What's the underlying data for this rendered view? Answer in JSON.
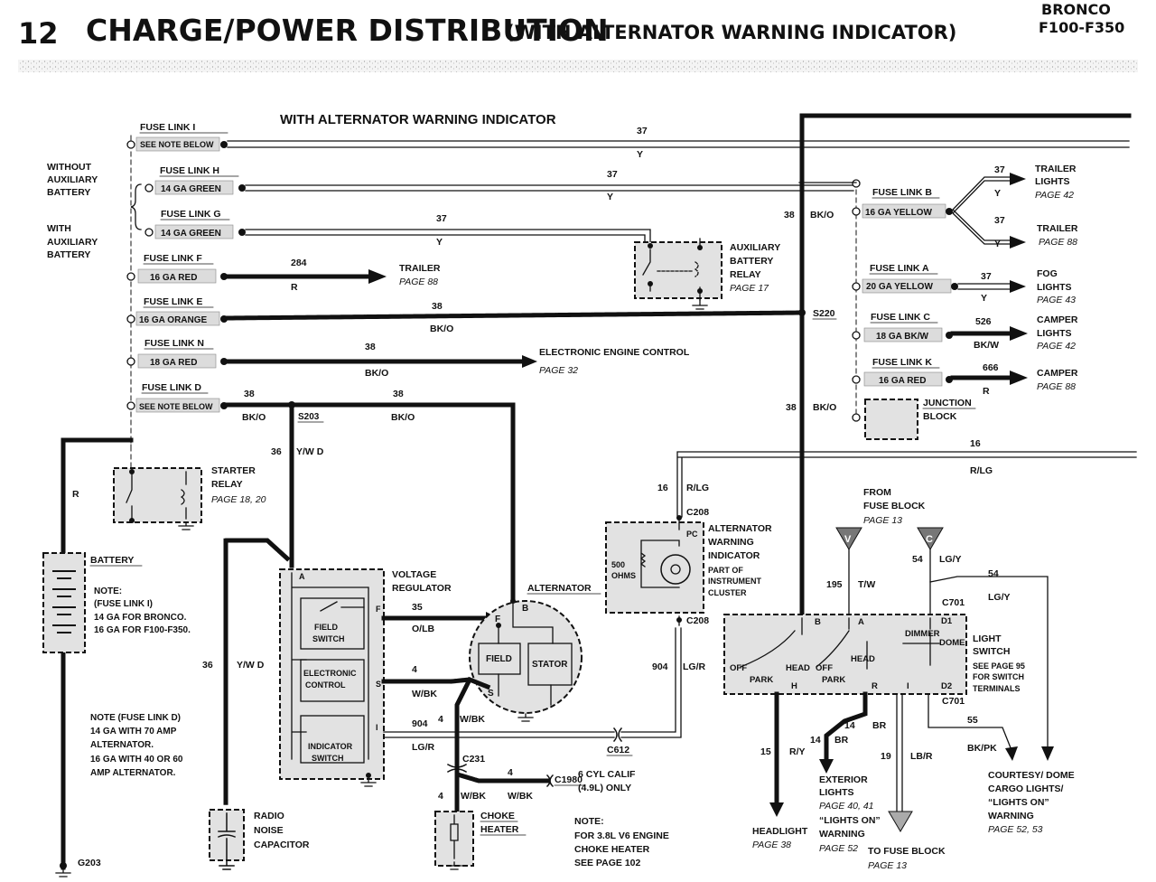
{
  "header": {
    "page_number": "12",
    "title": "CHARGE/POWER DISTRIBUTION",
    "subtitle": "(WITH ALTERNATOR WARNING INDICATOR)",
    "model_line1": "BRONCO",
    "model_line2": "F100-F350"
  },
  "diagram_title": "WITH ALTERNATOR WARNING INDICATOR",
  "battery_notes": {
    "without_1": "WITHOUT",
    "without_2": "AUXILIARY",
    "without_3": "BATTERY",
    "with_1": "WITH",
    "with_2": "AUXILIARY",
    "with_3": "BATTERY"
  },
  "fuse_links": [
    {
      "name": "FUSE LINK I",
      "gauge": "SEE NOTE BELOW"
    },
    {
      "name": "FUSE LINK H",
      "gauge": "14 GA GREEN"
    },
    {
      "name": "FUSE LINK G",
      "gauge": "14 GA GREEN"
    },
    {
      "name": "FUSE LINK F",
      "gauge": "16 GA RED"
    },
    {
      "name": "FUSE LINK E",
      "gauge": "16 GA ORANGE"
    },
    {
      "name": "FUSE LINK N",
      "gauge": "18 GA RED"
    },
    {
      "name": "FUSE LINK D",
      "gauge": "SEE NOTE BELOW"
    },
    {
      "name": "FUSE LINK B",
      "gauge": "16 GA YELLOW"
    },
    {
      "name": "FUSE LINK A",
      "gauge": "20 GA YELLOW"
    },
    {
      "name": "FUSE LINK C",
      "gauge": "18 GA BK/W"
    },
    {
      "name": "FUSE LINK K",
      "gauge": "16 GA RED"
    }
  ],
  "circuit_labels": {
    "c37": "37",
    "y": "Y",
    "c284": "284",
    "r": "R",
    "c38": "38",
    "bko": "BK/O",
    "c36": "36",
    "ywd": "Y/W D",
    "ywd2": "Y/W  D",
    "c16": "16",
    "rlg": "R/LG",
    "c35": "35",
    "olb": "O/LB",
    "c4": "4",
    "wbk": "W/BK",
    "c904": "904",
    "lgr": "LG/R",
    "c526": "526",
    "bkw": "BK/W",
    "c666": "666",
    "c195": "195",
    "tw": "T/W",
    "c54": "54",
    "lgy": "LG/Y",
    "c55": "55",
    "bkpk": "BK/PK",
    "c15": "15",
    "ry": "R/Y",
    "c14": "14",
    "br": "BR",
    "c19": "19",
    "lbr": "LB/R"
  },
  "connectors": {
    "s220": "S220",
    "s203": "S203",
    "c208": "C208",
    "c701": "C701",
    "c612": "C612",
    "c231": "C231",
    "c1980": "C1980",
    "g203": "G203"
  },
  "destinations": {
    "trailer_1": "TRAILER",
    "trailer_1_page": "PAGE 88",
    "eec_1": "ELECTRONIC ENGINE CONTROL",
    "eec_page": "PAGE 32",
    "trailer_lights_1": "TRAILER",
    "trailer_lights_2": "LIGHTS",
    "trailer_lights_page": "PAGE 42",
    "trailer_2": "TRAILER",
    "trailer_2_page": "PAGE 88",
    "fog_1": "FOG",
    "fog_2": "LIGHTS",
    "fog_page": "PAGE 43",
    "camper_lights_1": "CAMPER",
    "camper_lights_2": "LIGHTS",
    "camper_lights_page": "PAGE 42",
    "camper_1": "CAMPER",
    "camper_page": "PAGE 88",
    "junction_1": "JUNCTION",
    "junction_2": "BLOCK",
    "from_fuse_1": "FROM",
    "from_fuse_2": "FUSE BLOCK",
    "from_fuse_page": "PAGE 13",
    "headlight": "HEADLIGHT",
    "headlight_page": "PAGE 38",
    "ext_1": "EXTERIOR",
    "ext_2": "LIGHTS",
    "ext_page": "PAGE 40, 41",
    "ext_3": "“LIGHTS ON”",
    "ext_4": "WARNING",
    "ext_page2": "PAGE 52",
    "to_fuse": "TO FUSE BLOCK",
    "to_fuse_page": "PAGE 13",
    "courtesy_1": "COURTESY/ DOME",
    "courtesy_2": "CARGO LIGHTS/",
    "courtesy_3": "“LIGHTS ON”",
    "courtesy_4": "WARNING",
    "courtesy_page": "PAGE 52, 53"
  },
  "components": {
    "aux_relay_1": "AUXILIARY",
    "aux_relay_2": "BATTERY",
    "aux_relay_3": "RELAY",
    "aux_relay_page": "PAGE 17",
    "starter_1": "STARTER",
    "starter_2": "RELAY",
    "starter_page": "PAGE 18, 20",
    "battery": "BATTERY",
    "vr_1": "VOLTAGE",
    "vr_2": "REGULATOR",
    "field_switch_1": "FIELD",
    "field_switch_2": "SWITCH",
    "ec_1": "ELECTRONIC",
    "ec_2": "CONTROL",
    "ind_1": "INDICATOR",
    "ind_2": "SWITCH",
    "vr_a": "A",
    "vr_f": "F",
    "vr_s": "S",
    "vr_i": "I",
    "alternator": "ALTERNATOR",
    "alt_field": "FIELD",
    "alt_stator": "STATOR",
    "alt_b": "B",
    "alt_f": "F",
    "alt_s": "S",
    "awi_1": "ALTERNATOR",
    "awi_2": "WARNING",
    "awi_3": "INDICATOR",
    "awi_4": "PART OF",
    "awi_5": "INSTRUMENT",
    "awi_6": "CLUSTER",
    "ohms_1": "500",
    "ohms_2": "OHMS",
    "pc": "PC",
    "ls_1": "LIGHT",
    "ls_2": "SWITCH",
    "ls_3": "SEE PAGE 95",
    "ls_4": "FOR SWITCH",
    "ls_5": "TERMINALS",
    "ls_b": "B",
    "ls_a": "A",
    "ls_dimmer": "DIMMER",
    "ls_d1": "D1",
    "ls_dome": "DOME",
    "ls_off1": "OFF",
    "ls_park1": "PARK",
    "ls_head1": "HEAD",
    "ls_off2": "OFF",
    "ls_park2": "PARK",
    "ls_head2": "HEAD",
    "ls_h": "H",
    "ls_r": "R",
    "ls_i": "I",
    "ls_d2": "D2",
    "fuse_v": "V",
    "fuse_c": "C",
    "radio_1": "RADIO",
    "radio_2": "NOISE",
    "radio_3": "CAPACITOR",
    "choke_1": "CHOKE",
    "choke_2": "HEATER",
    "calif_1": "6 CYL CALIF",
    "calif_2": "(4.9L) ONLY"
  },
  "notes": {
    "note_i_1": "NOTE:",
    "note_i_2": "(FUSE LINK I)",
    "note_i_3": "14 GA FOR BRONCO.",
    "note_i_4": "16 GA FOR F100-F350.",
    "note_d_1": "NOTE (FUSE LINK D)",
    "note_d_2": "14 GA WITH 70 AMP",
    "note_d_3": "ALTERNATOR.",
    "note_d_4": "16 GA WITH 40 OR 60",
    "note_d_5": "AMP ALTERNATOR.",
    "note_c_1": "NOTE:",
    "note_c_2": "FOR 3.8L V6 ENGINE",
    "note_c_3": "CHOKE HEATER",
    "note_c_4": "SEE PAGE 102"
  },
  "colors": {
    "ink": "#111111",
    "label_fill": "#dcdcdc",
    "component_fill": "#e2e2e2"
  }
}
